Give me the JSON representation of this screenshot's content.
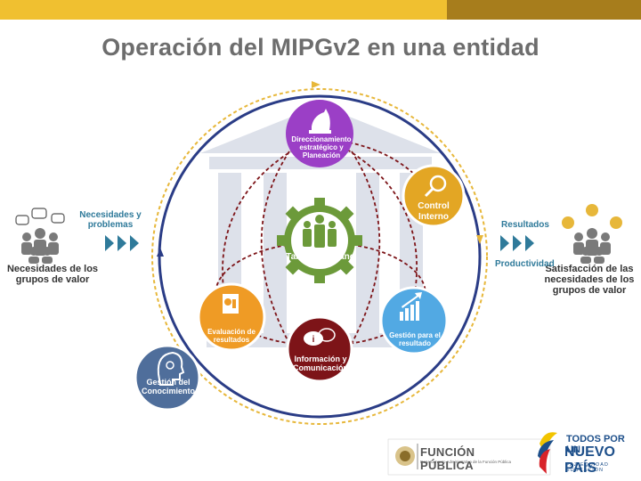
{
  "title": "Operación del MIPGv2 en una entidad",
  "left_side": {
    "label": "Necesidades de los grupos de valor",
    "arrow_label": "Necesidades y problemas"
  },
  "right_side": {
    "label": "Satisfacción de las necesidades de los grupos de valor",
    "arrow_top_label": "Resultados",
    "arrow_bottom_label": "Productividad"
  },
  "nodes": {
    "direccionamiento": "Direccionamiento estratégico y Planeación",
    "control": "Control Interno",
    "talento": "Talento Humano",
    "evaluacion": "Evaluación de resultados",
    "gestion": "Gestión para el resultado",
    "informacion": "Información y Comunicación",
    "conocimiento": "Gestión del Conocimiento"
  },
  "colors": {
    "top_bar": "#f0c030",
    "top_bar_right": "#a77d1c",
    "ring": "#2a3c86",
    "direccionamiento": "#9b3fc6",
    "control": "#e3a624",
    "talento": "#6c9a3a",
    "evaluacion": "#ef9b25",
    "gestion": "#52a9e3",
    "informacion": "#7d1418",
    "conocimiento": "#4f6e9b",
    "arrows": "#2f7a9a"
  },
  "footer": {
    "funcion_publica": "FUNCIÓN PÚBLICA",
    "funcion_publica_sub": "Departamento Administrativo de la Función Pública",
    "todos_line1": "TODOS POR UN",
    "todos_line2": "NUEVO PAÍS",
    "todos_line3": "PAZ EQUIDAD EDUCACIÓN"
  }
}
